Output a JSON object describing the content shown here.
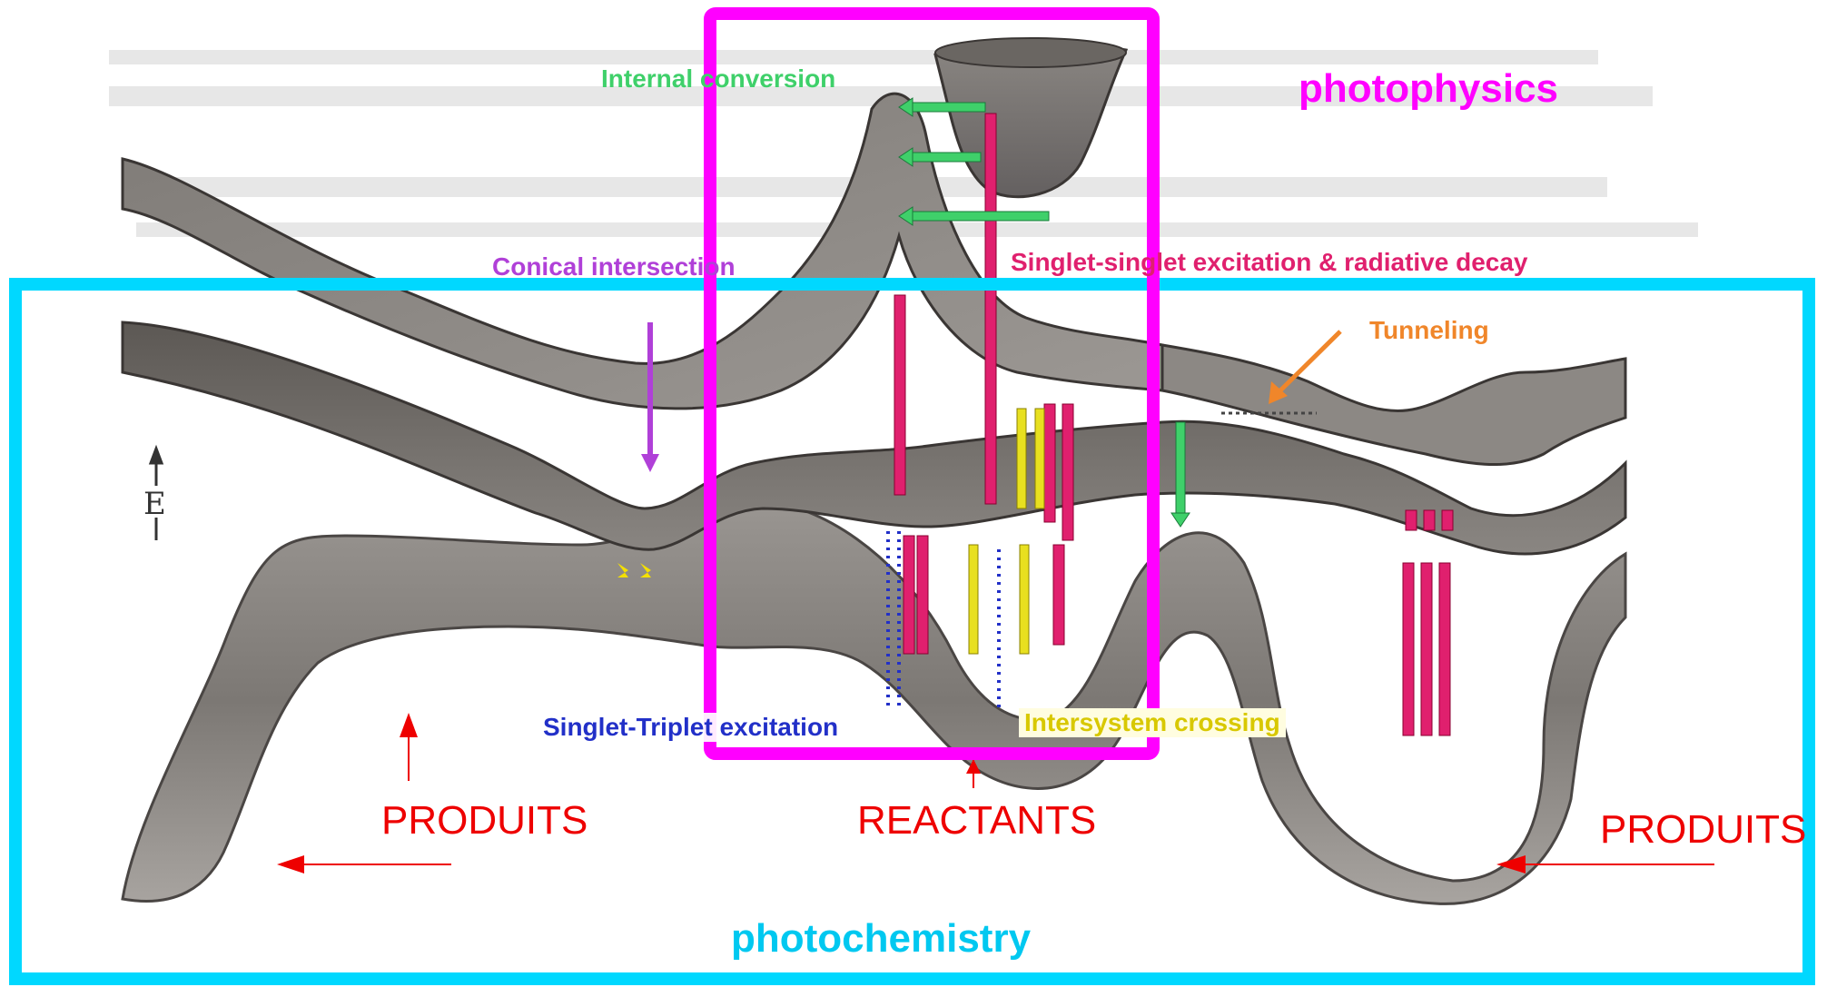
{
  "colors": {
    "photophysics": "#ff00ff",
    "photochemistry": "#00d8ff",
    "internal_conversion": "#3fd06a",
    "conical_intersection": "#b040d8",
    "singlet_singlet": "#e0206e",
    "tunneling": "#f0862a",
    "singlet_triplet": "#2230c8",
    "intersystem_crossing": "#e8e020",
    "produits_reactants": "#ee0000",
    "surface_dark": "#6f6a66",
    "surface_mid": "#8e8a86",
    "surface_light": "#b8b4b0"
  },
  "labels": {
    "internal_conversion": "Internal conversion",
    "photophysics": "photophysics",
    "singlet_singlet": "Singlet-singlet excitation & radiative decay",
    "conical_intersection": "Conical intersection",
    "tunneling": "Tunneling",
    "singlet_triplet": "Singlet-Triplet excitation",
    "intersystem_crossing": "Intersystem crossing",
    "energy_axis": "E",
    "produits_left": "PRODUITS",
    "reactants": "REACTANTS",
    "produits_right": "PRODUITS",
    "photochemistry": "photochemistry"
  },
  "icons": [
    "energy-axis-arrow-icon",
    "potential-energy-surface-illustration",
    "pointer-arrow-icon"
  ]
}
